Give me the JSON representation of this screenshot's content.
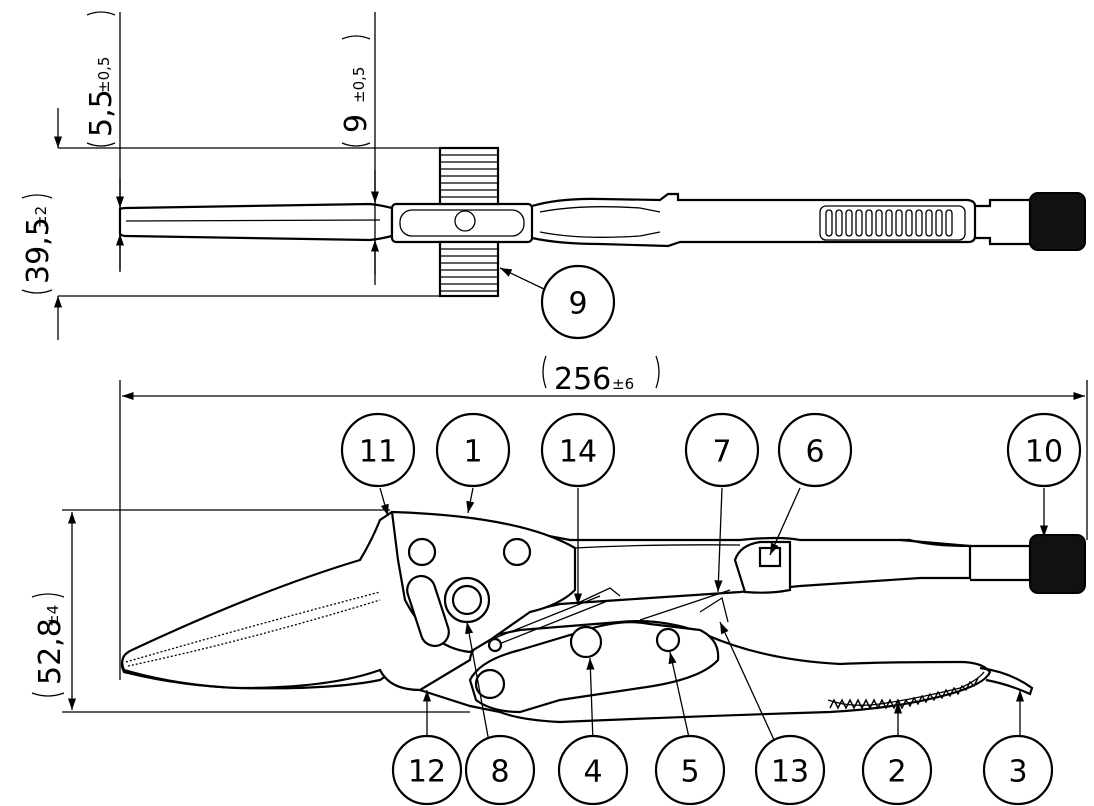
{
  "dimensions": {
    "tip_width": {
      "value": "5,5",
      "tol": "±0,5"
    },
    "jaw_width": {
      "value": "9",
      "tol": "±0,5"
    },
    "total_width": {
      "value": "39,5",
      "tol": "±2"
    },
    "total_length": {
      "value": "256",
      "tol": "±6"
    },
    "height": {
      "value": "52,8",
      "tol": "±4"
    }
  },
  "callouts": {
    "c1": "1",
    "c2": "2",
    "c3": "3",
    "c4": "4",
    "c5": "5",
    "c6": "6",
    "c7": "7",
    "c8": "8",
    "c9": "9",
    "c10": "10",
    "c11": "11",
    "c12": "12",
    "c13": "13",
    "c14": "14"
  }
}
